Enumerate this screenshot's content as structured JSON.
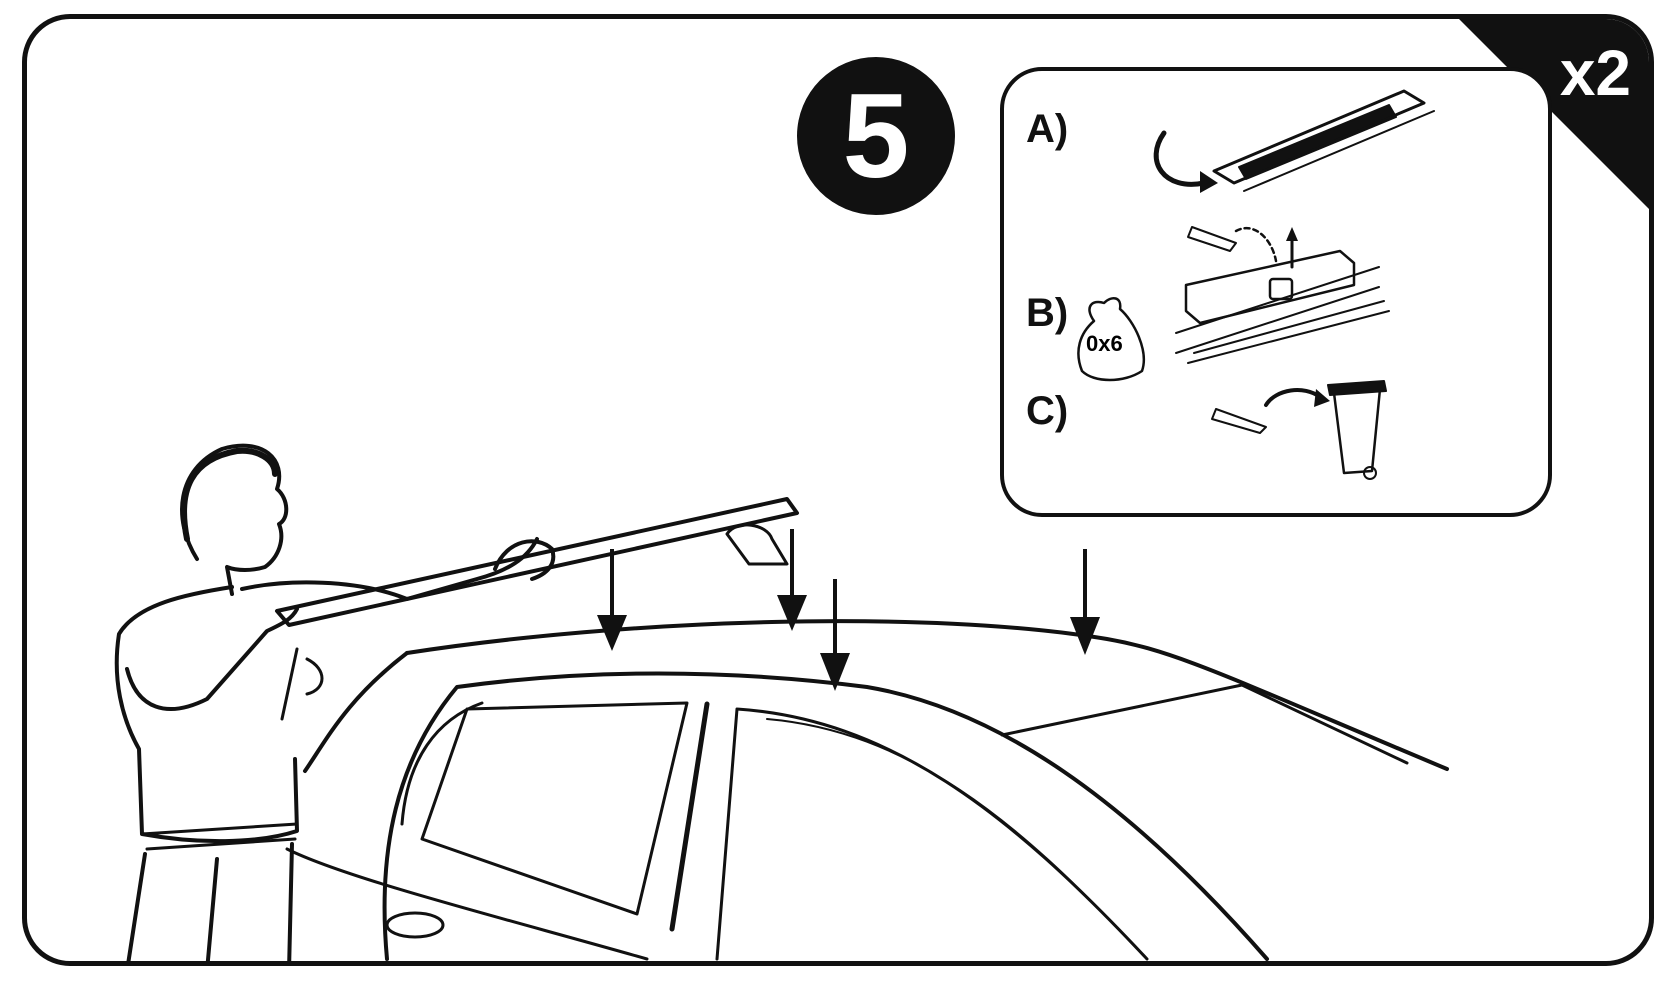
{
  "step": {
    "number": "5",
    "multiplier": "x2"
  },
  "substeps": [
    {
      "label": "A)"
    },
    {
      "label": "B)",
      "bag_text": "0x6"
    },
    {
      "label": "C)"
    }
  ],
  "colors": {
    "ink": "#111111",
    "paper": "#ffffff"
  }
}
